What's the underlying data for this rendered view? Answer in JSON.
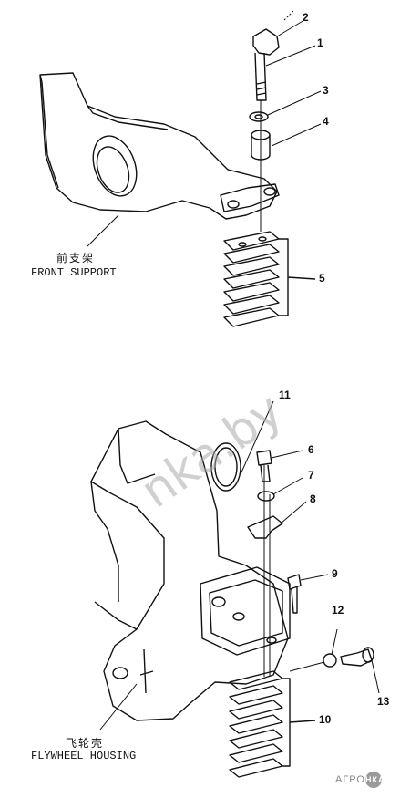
{
  "labels": {
    "front_support_cn": "前支架",
    "front_support_en": "FRONT SUPPORT",
    "flywheel_cn": "飞轮壳",
    "flywheel_en": "FLYWHEEL HOUSING"
  },
  "callouts": [
    "1",
    "2",
    "3",
    "4",
    "5",
    "6",
    "7",
    "8",
    "9",
    "10",
    "11",
    "12",
    "13"
  ],
  "watermark": "nka.by",
  "logo": {
    "text": "АГРО",
    "badge": "НКА"
  }
}
